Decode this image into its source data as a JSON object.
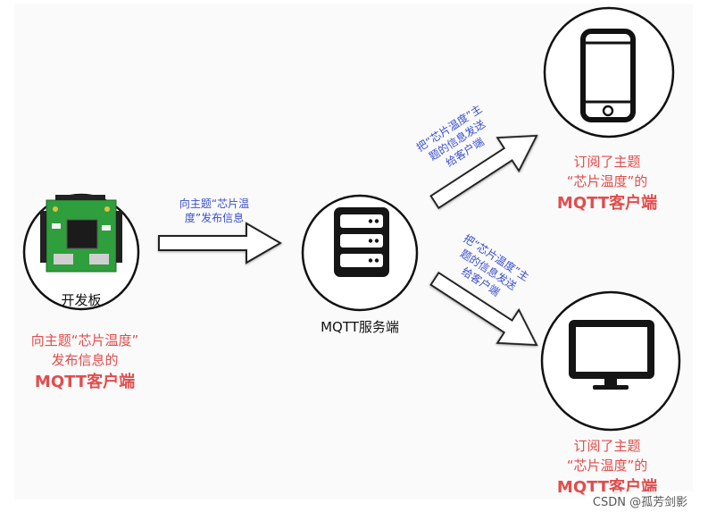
{
  "nodes": {
    "board_label": "开发板",
    "server_label": "MQTT服务端"
  },
  "publisher": {
    "line1": "向主题“芯片温度”",
    "line2": "发布信息的",
    "line3": "MQTT客户端"
  },
  "publish_arrow": {
    "line1": "向主题“芯片温",
    "line2": "度”发布信息"
  },
  "upper_arrow": {
    "line1": "把“芯片温度”主",
    "line2": "题的信息发送",
    "line3": "给客户端"
  },
  "lower_arrow": {
    "line1": "把“芯片温度”主",
    "line2": "题的信息发送",
    "line3": "给客户端"
  },
  "subscriber_phone": {
    "line1": "订阅了主题",
    "line2": "“芯片温度”的",
    "line3": "MQTT客户端"
  },
  "subscriber_monitor": {
    "line1": "订阅了主题",
    "line2": "“芯片温度”的",
    "line3": "MQTT客户端"
  },
  "watermark": "CSDN @孤芳剑影",
  "colors": {
    "red_text": "#e34c4c",
    "blue_text": "#3a4fd0",
    "board_green": "#2f9e3c"
  }
}
